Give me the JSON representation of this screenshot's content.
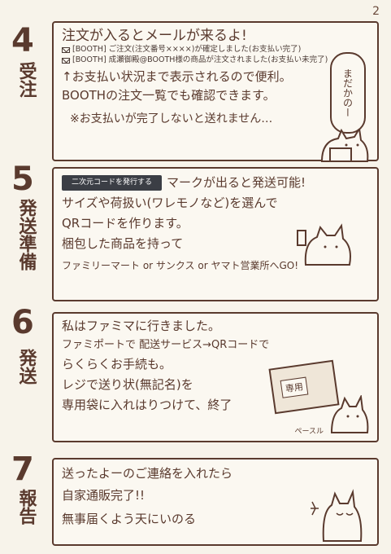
{
  "page_number": "2",
  "steps": [
    {
      "number": "4",
      "label": "受注",
      "lines": [
        "注文が入るとメールが来るよ!",
        "↑お支払い状況まで表示されるので便利。",
        "BOOTHの注文一覧でも確認できます。",
        "※お支払いが完了しないと送れません…"
      ],
      "mails": [
        "[BOOTH] ご注文(注文番号××××)が確定しました(お支払い完了)",
        "[BOOTH] 成瀬御殿@BOOTH様の商品が注文されました(お支払い未完了)"
      ],
      "bubble": "まだかのー"
    },
    {
      "number": "5",
      "label": "発送準備",
      "button": "二次元コードを発行する",
      "lines": [
        "マークが出ると発送可能!",
        "サイズや荷扱い(ワレモノなど)を選んで",
        "QRコードを作ります。",
        "梱包した商品を持って",
        "ファミリーマート or サンクス or ヤマト営業所へGO!"
      ]
    },
    {
      "number": "6",
      "label": "発送",
      "lines": [
        "私はファミマに行きました。",
        "ファミポートで 配送サービス→QRコードで",
        "らくらくお手続も。",
        "レジで送り状(無記名)を",
        "専用袋に入れはりつけて、終了"
      ],
      "sign": "専用",
      "sfx": "ぺースル"
    },
    {
      "number": "7",
      "label": "報告",
      "lines": [
        "送ったよーのご連絡を入れたら",
        "自家通販完了!!",
        "無事届くよう天にいのる"
      ]
    }
  ]
}
